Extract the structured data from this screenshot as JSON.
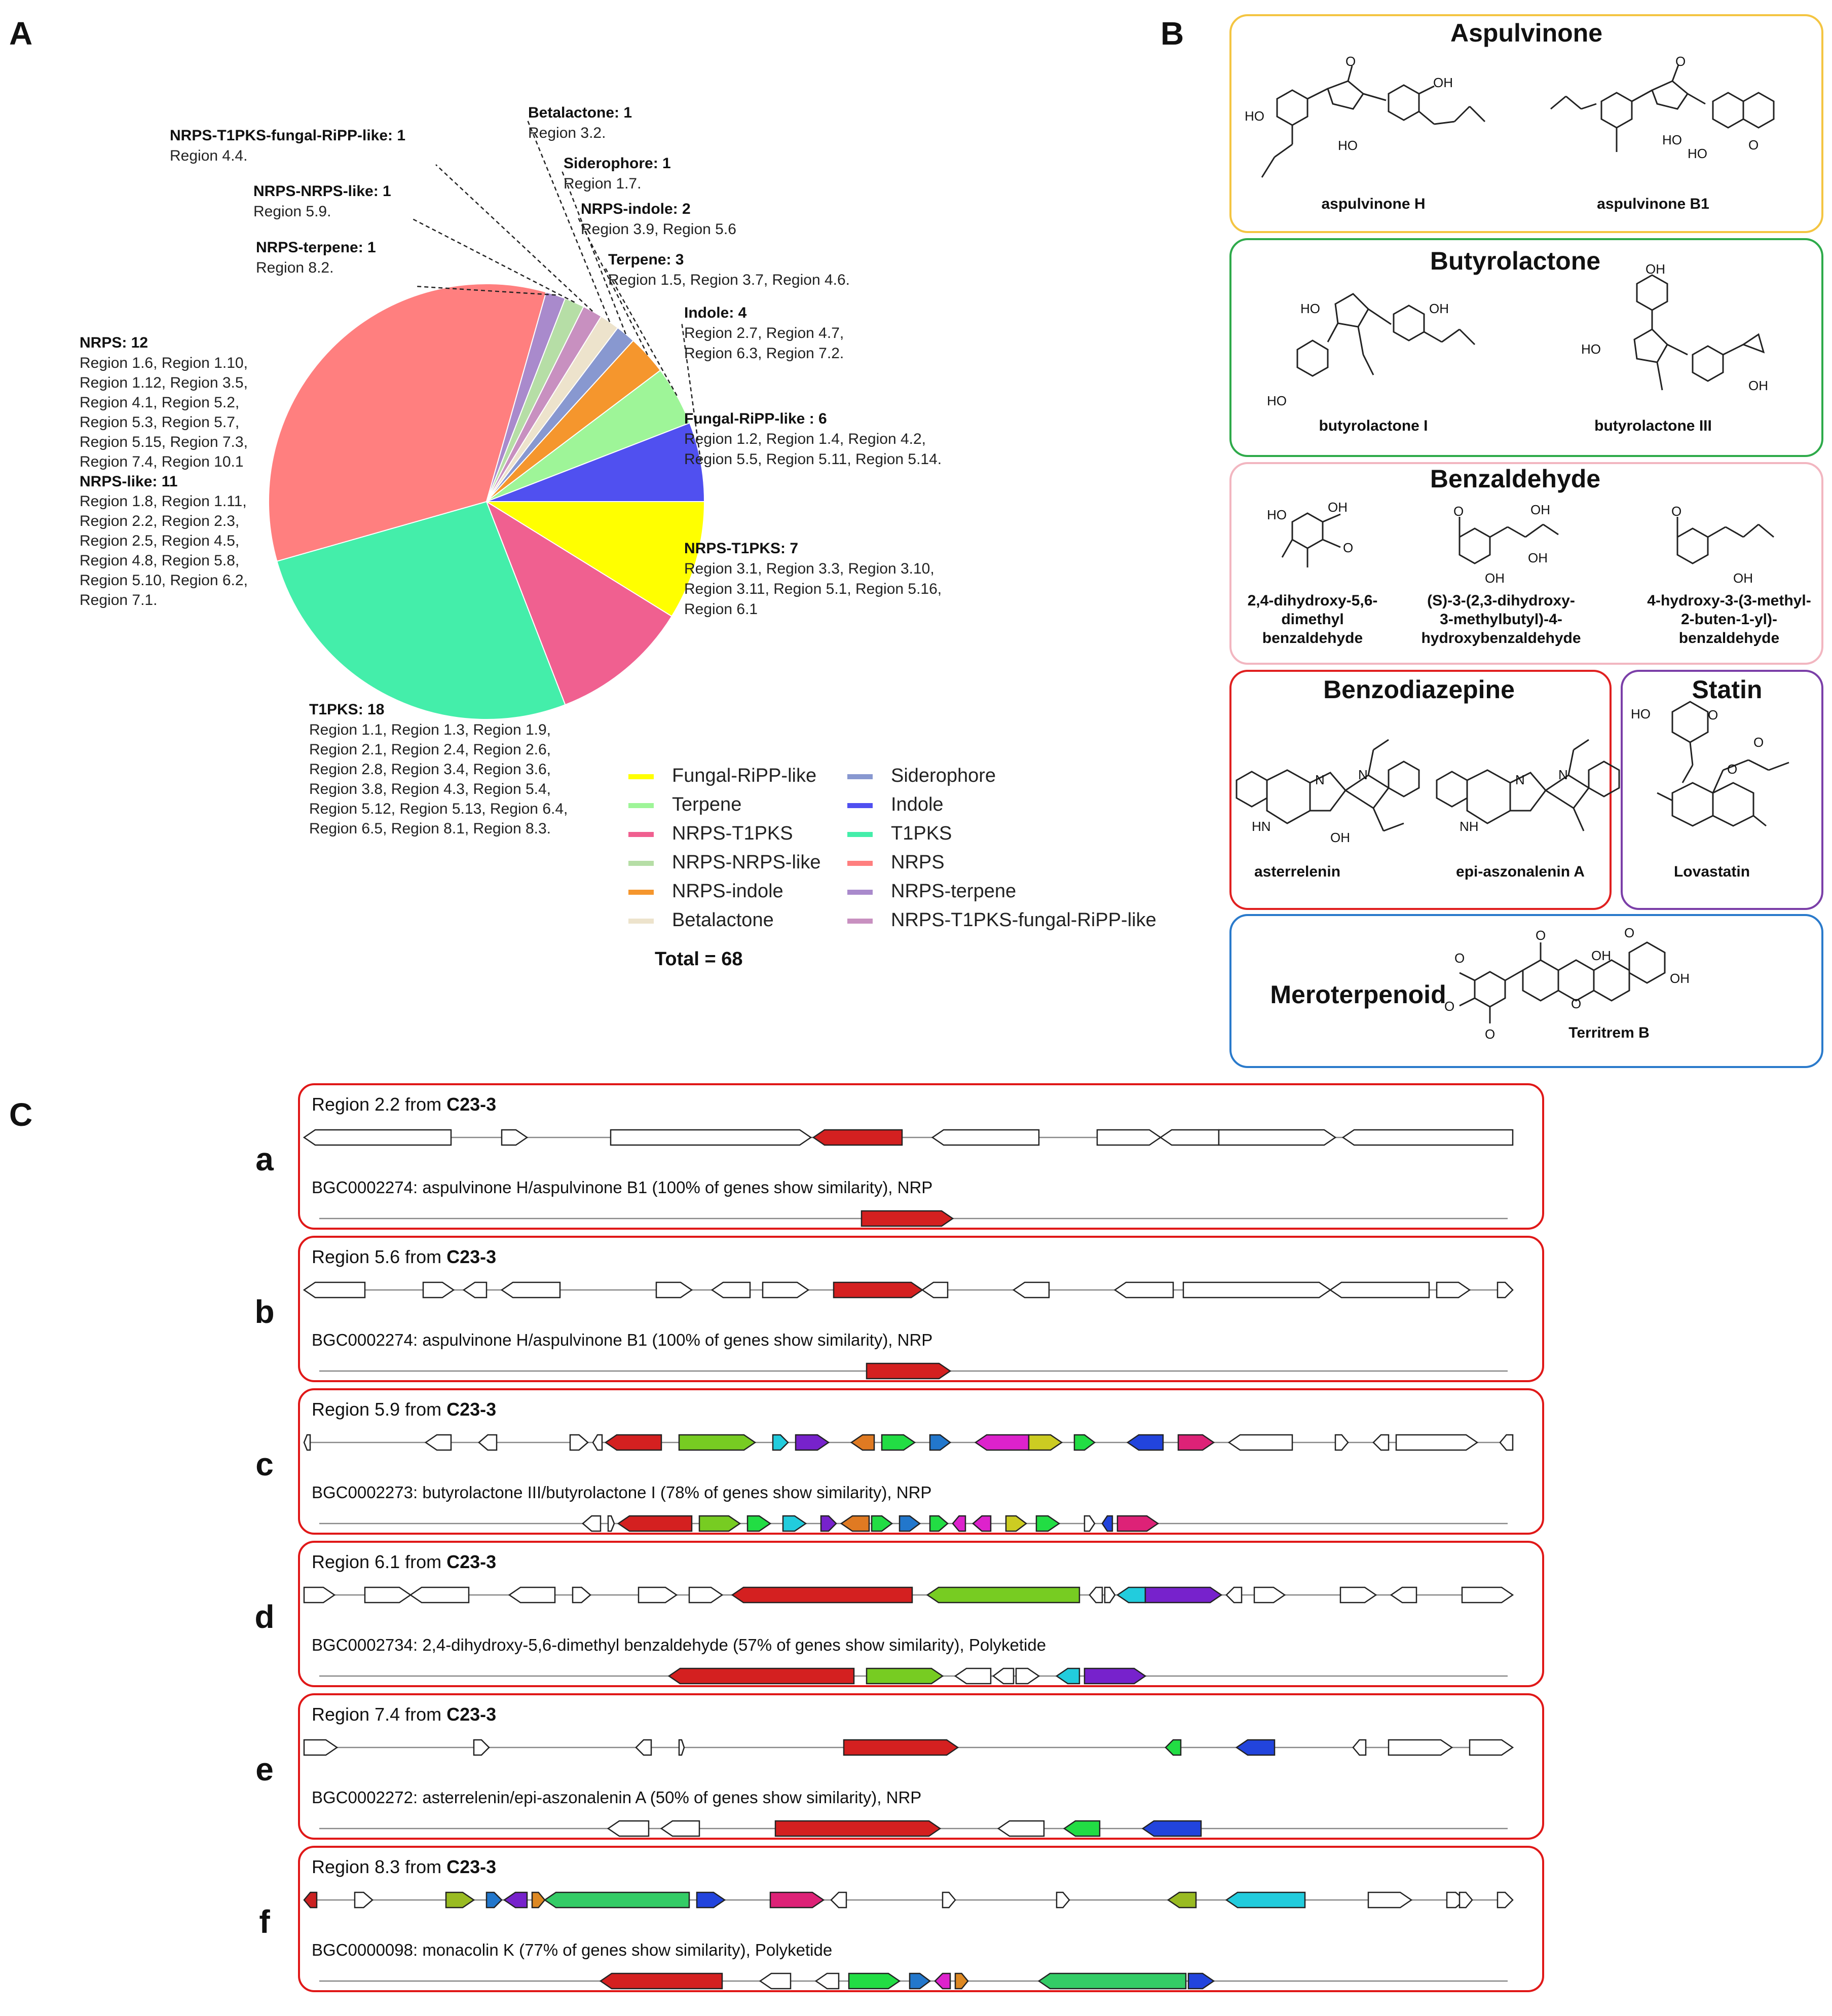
{
  "panels": {
    "a": "A",
    "b": "B",
    "c": "C"
  },
  "chart_data": {
    "type": "pie",
    "total_label": "Total = 68",
    "slices": [
      {
        "name": "Fungal-RiPP-like",
        "value": 6,
        "color": "#FFFF00",
        "label": "Fungal-RiPP-like : 6",
        "regions": [
          "Region 1.2, Region 1.4, Region 4.2,",
          "Region 5.5, Region 5.11, Region 5.14."
        ]
      },
      {
        "name": "NRPS-T1PKS",
        "value": 7,
        "color": "#F06090",
        "label": "NRPS-T1PKS: 7",
        "regions": [
          "Region 3.1, Region 3.3, Region 3.10,",
          "Region 3.11, Region 5.1, Region 5.16,",
          "Region 6.1"
        ]
      },
      {
        "name": "T1PKS",
        "value": 18,
        "color": "#44EEAA",
        "label": "T1PKS: 18",
        "regions": [
          "Region 1.1, Region 1.3, Region 1.9,",
          "Region 2.1, Region 2.4, Region 2.6,",
          "Region 2.8, Region 3.4, Region 3.6,",
          "Region 3.8, Region 4.3, Region 5.4,",
          "Region 5.12, Region 5.13, Region 6.4,",
          "Region 6.5, Region 8.1, Region 8.3."
        ]
      },
      {
        "name": "NRPS+NRPS-like",
        "value": 23,
        "color": "#FF7F7F"
      },
      {
        "name": "NRPS-terpene",
        "value": 1,
        "color": "#A98ACC",
        "label": "NRPS-terpene: 1",
        "regions": [
          "Region 8.2."
        ]
      },
      {
        "name": "NRPS-NRPS-like",
        "value": 1,
        "color": "#B6DEA6",
        "label": "NRPS-NRPS-like: 1",
        "regions": [
          "Region 5.9."
        ]
      },
      {
        "name": "NRPS-T1PKS-fungal-RiPP-like",
        "value": 1,
        "color": "#C890C0",
        "label": "NRPS-T1PKS-fungal-RiPP-like: 1",
        "regions": [
          "Region 4.4."
        ]
      },
      {
        "name": "Betalactone",
        "value": 1,
        "color": "#EDE3CC",
        "label": "Betalactone: 1",
        "regions": [
          "Region 3.2."
        ]
      },
      {
        "name": "Siderophore",
        "value": 1,
        "color": "#8898D0",
        "label": "Siderophore: 1",
        "regions": [
          "Region 1.7."
        ]
      },
      {
        "name": "NRPS-indole",
        "value": 2,
        "color": "#F5962D",
        "label": "NRPS-indole: 2",
        "regions": [
          "Region 3.9, Region 5.6"
        ]
      },
      {
        "name": "Terpene",
        "value": 3,
        "color": "#9EF598",
        "label": "Terpene: 3",
        "regions": [
          "Region 1.5, Region 3.7, Region 4.6."
        ]
      },
      {
        "name": "Indole",
        "value": 4,
        "color": "#5050F0",
        "label": "Indole: 4",
        "regions": [
          "Region 2.7, Region 4.7,",
          "Region 6.3, Region 7.2."
        ]
      }
    ],
    "nrps_block": {
      "nrps_label": "NRPS: 12",
      "nrps_regions": [
        "Region 1.6, Region 1.10,",
        "Region 1.12, Region 3.5,",
        "Region 4.1, Region 5.2,",
        "Region 5.3, Region 5.7,",
        "Region 5.15, Region 7.3,",
        "Region 7.4, Region 10.1"
      ],
      "nrpslike_label": "NRPS-like: 11",
      "nrpslike_regions": [
        "Region 1.8, Region 1.11,",
        "Region 2.2, Region 2.3,",
        "Region 2.5, Region 4.5,",
        "Region 4.8, Region 5.8,",
        "Region 5.10, Region 6.2,",
        "Region 7.1."
      ]
    },
    "legend": [
      {
        "name": "Fungal-RiPP-like",
        "color": "#FFFF00"
      },
      {
        "name": "Siderophore",
        "color": "#8898D0"
      },
      {
        "name": "Terpene",
        "color": "#9EF598"
      },
      {
        "name": "Indole",
        "color": "#5050F0"
      },
      {
        "name": "NRPS-T1PKS",
        "color": "#F06090"
      },
      {
        "name": "T1PKS",
        "color": "#44EEAA"
      },
      {
        "name": "NRPS-NRPS-like",
        "color": "#B6DEA6"
      },
      {
        "name": "NRPS",
        "color": "#FF7F7F"
      },
      {
        "name": "NRPS-indole",
        "color": "#F5962D"
      },
      {
        "name": "NRPS-terpene",
        "color": "#A98ACC"
      },
      {
        "name": "Betalactone",
        "color": "#EDE3CC"
      },
      {
        "name": "NRPS-T1PKS-fungal-RiPP-like",
        "color": "#C890C0"
      }
    ]
  },
  "compounds": {
    "aspulvinone": {
      "title": "Aspulvinone",
      "items": [
        "aspulvinone H",
        "aspulvinone B1"
      ],
      "color": "#F4C542"
    },
    "butyrolactone": {
      "title": "Butyrolactone",
      "items": [
        "butyrolactone I",
        "butyrolactone III"
      ],
      "color": "#2EAA4A"
    },
    "benzaldehyde": {
      "title": "Benzaldehyde",
      "items": [
        [
          "2,4-dihydroxy-5,6-",
          "dimethyl",
          "benzaldehyde"
        ],
        [
          "(S)-3-(2,3-dihydroxy-",
          "3-methylbutyl)-4-",
          "hydroxybenzaldehyde"
        ],
        [
          "4-hydroxy-3-(3-methyl-",
          "2-buten-1-yl)-",
          "benzaldehyde"
        ]
      ],
      "color": "#F2B6C0"
    },
    "benzodiazepine": {
      "title": "Benzodiazepine",
      "items": [
        "asterrelenin",
        "epi-aszonalenin A"
      ],
      "color": "#E02020"
    },
    "statin": {
      "title": "Statin",
      "items": [
        "Lovastatin"
      ],
      "color": "#7B3FA8"
    },
    "meroterpenoid": {
      "title": "Meroterpenoid",
      "items": [
        "Territrem B"
      ],
      "color": "#2A7ACB"
    }
  },
  "atom_labels": {
    "ho": "HO",
    "oh": "OH",
    "o": "O",
    "n": "N",
    "hn": "HN",
    "nh": "NH"
  },
  "clusters": [
    {
      "letter": "a",
      "region": "Region 2.2 from ",
      "strain": "C23-3",
      "bgc": "BGC0002274: aspulvinone H/aspulvinone B1 (100% of genes show similarity), NRP"
    },
    {
      "letter": "b",
      "region": "Region 5.6 from ",
      "strain": "C23-3",
      "bgc": "BGC0002274: aspulvinone H/aspulvinone B1 (100% of genes show similarity), NRP"
    },
    {
      "letter": "c",
      "region": "Region 5.9 from ",
      "strain": "C23-3",
      "bgc": "BGC0002273: butyrolactone III/butyrolactone I (78% of genes show similarity), NRP"
    },
    {
      "letter": "d",
      "region": "Region 6.1 from ",
      "strain": "C23-3",
      "bgc": "BGC0002734: 2,4-dihydroxy-5,6-dimethyl benzaldehyde (57% of genes show similarity), Polyketide"
    },
    {
      "letter": "e",
      "region": "Region 7.4 from ",
      "strain": "C23-3",
      "bgc": "BGC0002272: asterrelenin/epi-aszonalenin A (50% of genes show similarity), NRP"
    },
    {
      "letter": "f",
      "region": "Region 8.3 from ",
      "strain": "C23-3",
      "bgc": "BGC0000098: monacolin K (77% of genes show similarity), Polyketide"
    }
  ]
}
